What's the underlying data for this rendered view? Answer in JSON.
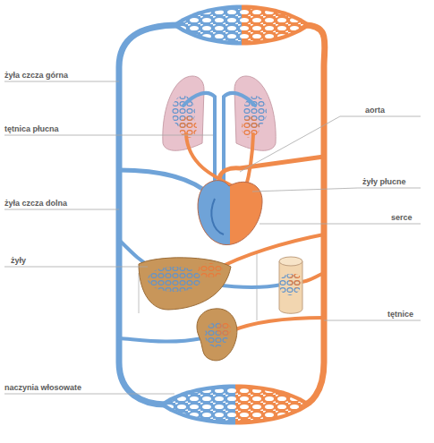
{
  "diagram": {
    "labels": [
      "żyła czcza górna",
      "tętnica płucna",
      "aorta",
      "żyły płucne",
      "żyła czcza dolna",
      "serce",
      "żyły",
      "tętnice",
      "naczynia włosowate"
    ]
  }
}
